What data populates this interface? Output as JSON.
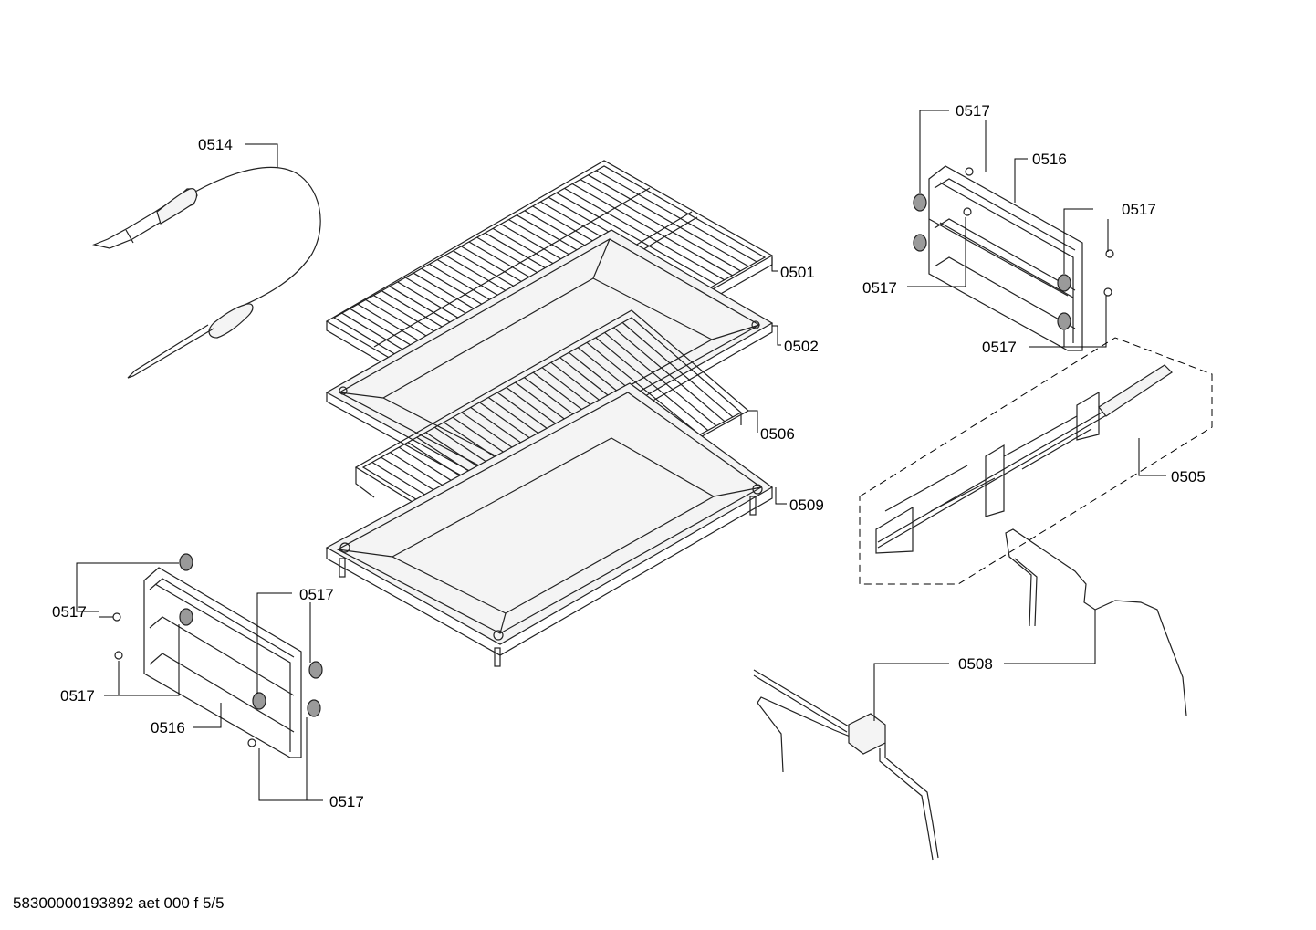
{
  "diagram": {
    "footer": "58300000193892 aet 000 f 5/5",
    "callouts": {
      "c0514": "0514",
      "c0501": "0501",
      "c0502": "0502",
      "c0506": "0506",
      "c0509": "0509",
      "c0505": "0505",
      "c0508": "0508",
      "c0516_right": "0516",
      "c0516_left": "0516",
      "c0517_r1": "0517",
      "c0517_r2": "0517",
      "c0517_r3": "0517",
      "c0517_r4": "0517",
      "c0517_l1": "0517",
      "c0517_l2": "0517",
      "c0517_l3": "0517",
      "c0517_l4": "0517"
    }
  }
}
